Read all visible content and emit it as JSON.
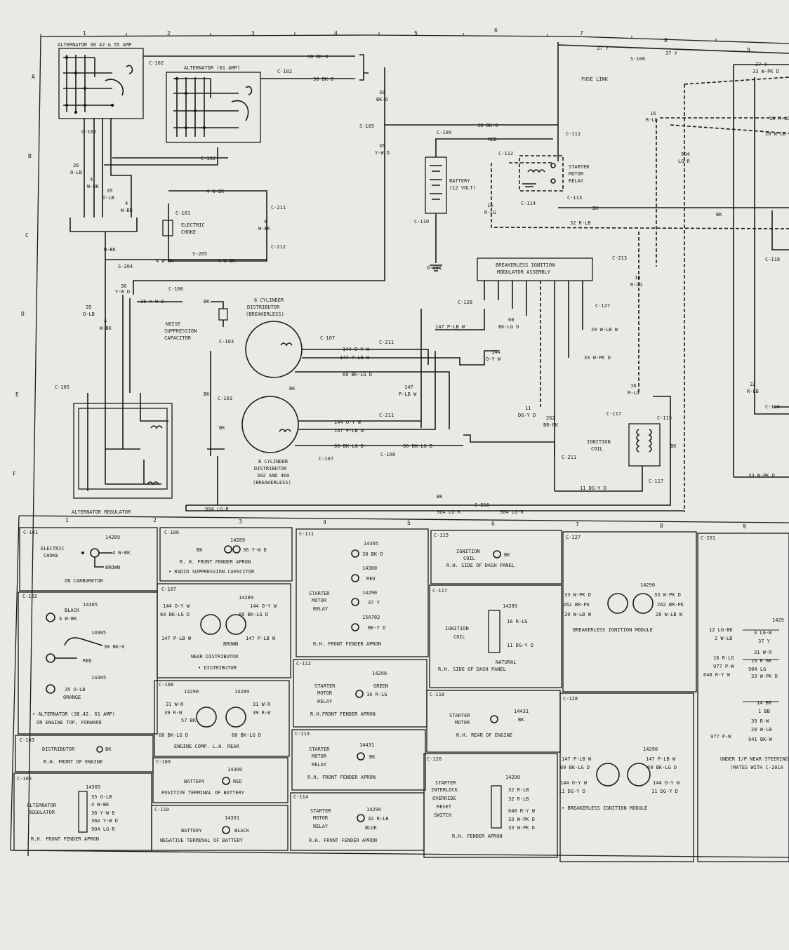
{
  "grid": {
    "columns_top": [
      "1",
      "2",
      "3",
      "4",
      "5",
      "6",
      "7",
      "8",
      "9"
    ],
    "columns_bottom": [
      "1",
      "2",
      "3",
      "4",
      "5",
      "6",
      "7",
      "8",
      "9"
    ],
    "rows": [
      "A",
      "B",
      "C",
      "D",
      "E",
      "F"
    ]
  },
  "components": {
    "alt_38": "ALTERNATOR 38 42 & 55 AMP",
    "alt_61": "ALTERNATOR (61 AMP)",
    "battery": "BATTERY",
    "battery_volt": "(12 VOLT)",
    "starter_relay": [
      "STARTER",
      "MOTOR",
      "RELAY"
    ],
    "fuse_link": "FUSE LINK",
    "electric_choke": [
      "ELECTRIC",
      "CHOKE"
    ],
    "bim": [
      "BREAKERLESS IGNITION",
      "MODULATOR ASSEMBLY"
    ],
    "dist6": [
      "6 CYLINDER",
      "DISTRIBUTOR",
      "(BREAKERLESS)"
    ],
    "dist8": [
      "8 CYLINDER",
      "DISTRIBUTOR",
      "302 AND 460",
      "(BREAKERLESS)"
    ],
    "noise_cap": [
      "NOISE",
      "SUPPRESSION",
      "CAPACITOR"
    ],
    "ign_coil": [
      "IGNITION",
      "COIL"
    ],
    "alt_reg": "ALTERNATOR REGULATOR"
  },
  "wire_labels": {
    "c102a": "C-102",
    "c102b": "C-102",
    "c102c": "C-102",
    "c102d": "C-102",
    "bk38a": "38 BK-O",
    "bk38b": "38 BK-O",
    "bk38c": "38 BK-O",
    "bk38v": [
      "38",
      "BK-O"
    ],
    "s105": "S-105",
    "c109": "C-109",
    "red": "RED",
    "c111": "C-111",
    "y37a": "37 Y",
    "y37b": "37 Y",
    "y37c": "37 Y",
    "s106": "S-106",
    "wpk33": "33 W-PK D",
    "c112": "C-112",
    "c113": "C-113",
    "c114": "C-114",
    "bk": "BK",
    "rlb32": "32 R-LB",
    "rlg16": [
      "16",
      "R-LG"
    ],
    "rlg16b": "16 R-LG",
    "wlb20": "20 W-LB",
    "lgr904": [
      "904",
      "LG-R"
    ],
    "ywd36": [
      "36",
      "Y-W D"
    ],
    "c110": "C-110",
    "g101": "G-101",
    "olb35a": [
      "35",
      "O-LB"
    ],
    "wbk4a": [
      "4",
      "W-BK"
    ],
    "olb35b": [
      "35",
      "O-LB"
    ],
    "wbk4b": [
      "4",
      "W-BK"
    ],
    "wbk4c": "4 W-BK",
    "c101": "C-101",
    "c211": "C-211",
    "c212": "C-212",
    "wbk4d": [
      "4",
      "W-BK"
    ],
    "wbk4e": [
      "W-BK"
    ],
    "s205": "S-205",
    "s204": "S-204",
    "wbk4f": "4 W-BK",
    "wbk4g": "4 W-BK",
    "ywd36b": [
      "36",
      "Y-W D"
    ],
    "c106": "C-106",
    "ywd36c": "36 Y-W D",
    "c103": "C-103",
    "c107": "C-107",
    "ywd144": "144 O-Y W",
    "plbw147": "147 P-LB W",
    "bklgd60": "60 BK-LG D",
    "c128": "C-128",
    "c127": "C-127",
    "plbw147b": "147 P-LB W",
    "bklgd60b": [
      "60",
      "BK-LG D"
    ],
    "oyw144b": [
      "144",
      "O-Y W"
    ],
    "wlbw20": "20 W-LB W",
    "wpkd33": "33 W-PK D",
    "plbw147c": [
      "147",
      "P-LB W"
    ],
    "dgyd11": [
      "11",
      "DG-Y D"
    ],
    "brpk262": [
      "262",
      "BR-PK"
    ],
    "c213": "C-213",
    "rlg16c": [
      "16",
      "R-LG"
    ],
    "rlg16d": [
      "16",
      "R-LG"
    ],
    "c117": "C-117",
    "c115": "C-115",
    "c108": "C-108",
    "dgyd11b": "11 DG-Y D",
    "lgr904b": "904 LG-R",
    "lgr904c": "904 LG-R",
    "c216": "C-216",
    "lgr904d": "904 LG-R",
    "c105": "C-105",
    "c118": "C-118",
    "c126": "C-126",
    "rlb32b": [
      "32",
      "R-LB"
    ],
    "wpkd33b": "33 W-PK D",
    "wbk4h": [
      "4",
      "W-BK"
    ],
    "olb35c": [
      "35",
      "O-LB"
    ]
  },
  "connectors": {
    "c101": {
      "id": "C-101",
      "part": "14289",
      "left": [
        "ELECTRIC",
        "CHOKE"
      ],
      "pins": [
        "4 W-BK",
        "BROWN"
      ],
      "loc": "ON CARBURETOR"
    },
    "c102": {
      "id": "C-102",
      "part1": "14305",
      "part2": "14305",
      "part3": "14305",
      "pins": [
        "BLACK",
        "4 W-BK",
        "38 BK-O",
        "RED",
        "35 O-LB",
        "ORANGE"
      ],
      "loc1": "• ALTERNATOR (38.42. 61 AMP)",
      "loc2": "ON ENGINE TOP, FORWARD"
    },
    "c103": {
      "id": "C-103",
      "text": "DISTRIBUTOR",
      "pin": "BK",
      "loc": "R.H. FRONT OF ENGINE"
    },
    "c105": {
      "id": "C-105",
      "part": "14305",
      "left": [
        "ALTERNATOR",
        "REGULATOR"
      ],
      "pins": [
        "35 O-LB",
        "4 W-BK",
        "36 Y-W D",
        "36A Y-W D",
        "904 LG-R"
      ],
      "loc": "R.H. FRONT FENDER APRON"
    },
    "c106": {
      "id": "C-106",
      "part": "14289",
      "pins": [
        "BK",
        "36 Y-W D"
      ],
      "loc1": "R. H. FRONT FENDER APRON",
      "loc2": "• RADIO SUPPRESSION CAPACITOR"
    },
    "c107": {
      "id": "C-107",
      "part": "14289",
      "pins_l": [
        "144 O-Y W",
        "60 BK-LG D",
        "147 P-LB W"
      ],
      "pins_r": [
        "144 O-Y W",
        "60 BK-LG D",
        "147 P-LB W"
      ],
      "brown": "BROWN",
      "loc1": "NEAR DISTRIBUTOR",
      "loc2": "• DISTRIBUTOR"
    },
    "c108": {
      "id": "C-108",
      "part1": "14290",
      "part2": "14289",
      "pins_l": [
        "31 W-R",
        "39 R-W",
        "57 BK",
        "60 BK-LG D"
      ],
      "pins_r": [
        "31 W-R",
        "39 R-W",
        "60 BK-LG D"
      ],
      "loc": "ENGINE COMP. L.H. REAR"
    },
    "c109": {
      "id": "C-109",
      "part": "14300",
      "text": "BATTERY",
      "pin": "RED",
      "loc": "POSITIVE TERMINAL OF BATTERY"
    },
    "c110": {
      "id": "C-110",
      "part": "14301",
      "text": "BATTERY",
      "pin": "BLACK",
      "loc": "NEGATIVE TERMINAL OF BATTERY"
    },
    "c111": {
      "id": "C-111",
      "parts": [
        "14305",
        "14300",
        "14290",
        "15A702"
      ],
      "pins": [
        "38 BK-O",
        "RED",
        "37 Y",
        "BK-Y D"
      ],
      "left": [
        "STARTER",
        "MOTOR",
        "RELAY"
      ],
      "loc": "R.H. FRONT FENDER APRON"
    },
    "c112": {
      "id": "C-112",
      "part": "14290",
      "left": [
        "STARTER",
        "MOTOR",
        "RELAY"
      ],
      "pins": [
        "GREEN",
        "16 R-LG"
      ],
      "loc": "R.H.FRONT FENDER APRON"
    },
    "c113": {
      "id": "C-113",
      "part": "14431",
      "left": [
        "STARTER",
        "MOTOR",
        "RELAY"
      ],
      "pin": "BK",
      "loc": "R.H. FRONT FENDER APRON"
    },
    "c114": {
      "id": "C-114",
      "part": "14290",
      "left": [
        "STARTER",
        "MOTOR",
        "RELAY"
      ],
      "pins": [
        "32 R-LB",
        "BLUE"
      ],
      "loc": "R.H. FRONT FENDER APRON"
    },
    "c115": {
      "id": "C-115",
      "left": [
        "IGNITION",
        "COIL"
      ],
      "pin": "BK",
      "loc": "R.H. SIDE OF DASH PANEL"
    },
    "c117": {
      "id": "C-117",
      "part": "14289",
      "left": [
        "IGNITION",
        "COIL"
      ],
      "pins": [
        "16 R-LG",
        "11 DG-Y D"
      ],
      "natural": "NATURAL",
      "loc": "R.H. SIDE OF DASH PANEL"
    },
    "c118": {
      "id": "C-118",
      "part": "14431",
      "left": [
        "STARTER",
        "MOTOR"
      ],
      "pin": "BK",
      "loc": "R.H. REAR OF ENGINE"
    },
    "c126": {
      "id": "C-126",
      "part": "14290",
      "left": [
        "STARTER",
        "INTERLOCK",
        "OVERRIDE",
        "RESET",
        "SWITCH"
      ],
      "pins": [
        "32 R-LB",
        "32 R-LB",
        "640 R-Y W",
        "33 W-PK D",
        "33 W-PK D"
      ],
      "loc": "R.H. FENDER APRON"
    },
    "c127": {
      "id": "C-127",
      "part": "14290",
      "pins_l": [
        "33 W-PK D",
        "262 BR-PK",
        "20 W-LB W"
      ],
      "pins_r": [
        "33 W-PK D",
        "262 BR-PK",
        "20 W-LB W"
      ],
      "loc": "BREAKERLESS IGNITION MODULE"
    },
    "c128": {
      "id": "C-128",
      "part": "14290",
      "pins_l": [
        "147 P-LB W",
        "60 BK-LG D",
        "144 O-Y W",
        "11 DG-Y D"
      ],
      "pins_r": [
        "147 P-LB W",
        "60 BK-LG D",
        "144 O-Y W",
        "11 DG-Y D"
      ],
      "loc": "• BREAKERLESS IGNITION MODULE"
    },
    "c201": {
      "id": "C-201",
      "part": "1429",
      "pins_l": [
        "12 LG-BK",
        "2 W-LB",
        "16 R-LG",
        "977 P-W",
        "640 R-Y W",
        "14 BR",
        "1 BB",
        "39 R-W",
        "20 W-LB",
        "977 P-W"
      ],
      "pins_r": [
        "3 LG-W",
        "37 Y",
        "31 W-R",
        "13 R BK",
        "904 LG",
        "33 W-PK D",
        "941 BK-W"
      ],
      "loc1": "UNDER I/P NEAR STEERING",
      "loc2": "(MATES WITH C-201A"
    }
  }
}
